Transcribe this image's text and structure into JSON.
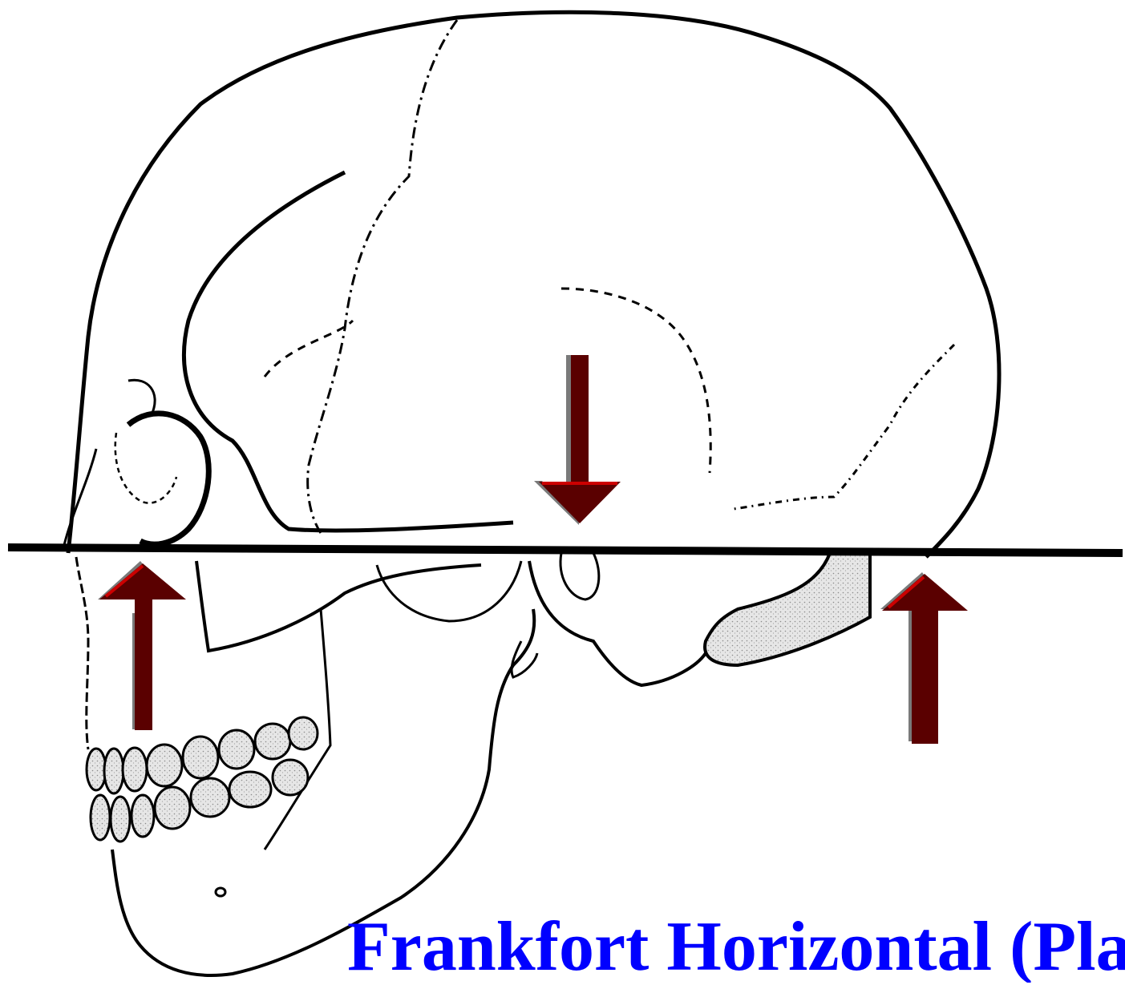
{
  "figure": {
    "caption": "Frankfort Horizontal (Plan",
    "caption_color": "#0000ff",
    "line_color": "#000000",
    "arrow_color": "#5a0000",
    "arrow_highlight_color": "#cc0000",
    "arrow_shadow_color": "#7a7a7a",
    "shading_color": "#d9d9d9",
    "arrows": [
      {
        "name": "orbitale-arrow",
        "direction": "up"
      },
      {
        "name": "porion-arrow",
        "direction": "down"
      },
      {
        "name": "occipital-arrow",
        "direction": "up"
      }
    ]
  }
}
